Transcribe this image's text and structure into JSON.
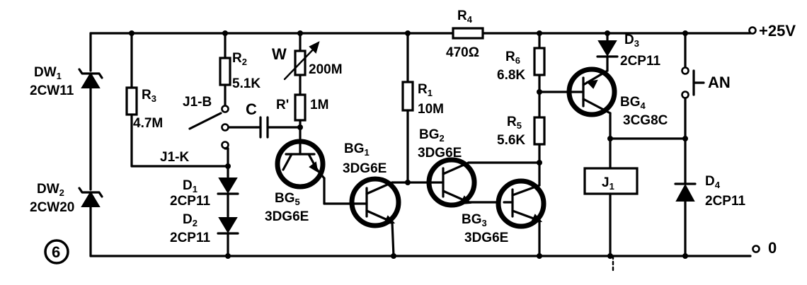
{
  "figure_number": "6",
  "supply": {
    "plus_label": "+25V",
    "zero_label": "0"
  },
  "components": {
    "DW1": {
      "name": "DW",
      "sub": "1",
      "part": "2CW11"
    },
    "DW2": {
      "name": "DW",
      "sub": "2",
      "part": "2CW20"
    },
    "R3": {
      "name": "R",
      "sub": "3",
      "value": "4.7M"
    },
    "R2": {
      "name": "R",
      "sub": "2",
      "value": "5.1K"
    },
    "J1B": {
      "label": "J1-B"
    },
    "J1K": {
      "label": "J1-K"
    },
    "D1": {
      "name": "D",
      "sub": "1",
      "part": "2CP11"
    },
    "D2": {
      "name": "D",
      "sub": "2",
      "part": "2CP11"
    },
    "W": {
      "name": "W",
      "value": "200M"
    },
    "Rp": {
      "name": "R'",
      "value": "1M"
    },
    "C": {
      "name": "C"
    },
    "BG5": {
      "name": "BG",
      "sub": "5",
      "part": "3DG6E"
    },
    "BG1": {
      "name": "BG",
      "sub": "1",
      "part": "3DG6E"
    },
    "R1": {
      "name": "R",
      "sub": "1",
      "value": "10M"
    },
    "R4": {
      "name": "R",
      "sub": "4",
      "value": "470Ω"
    },
    "BG2": {
      "name": "BG",
      "sub": "2",
      "part": "3DG6E"
    },
    "BG3": {
      "name": "BG",
      "sub": "3",
      "part": "3DG6E"
    },
    "R6": {
      "name": "R",
      "sub": "6",
      "value": "6.8K"
    },
    "R5": {
      "name": "R",
      "sub": "5",
      "value": "5.6K"
    },
    "D3": {
      "name": "D",
      "sub": "3",
      "part": "2CP11"
    },
    "BG4": {
      "name": "BG",
      "sub": "4",
      "part": "3CG8C"
    },
    "J1": {
      "name": "J",
      "sub": "1"
    },
    "AN": {
      "name": "AN"
    },
    "D4": {
      "name": "D",
      "sub": "4",
      "part": "2CP11"
    }
  }
}
